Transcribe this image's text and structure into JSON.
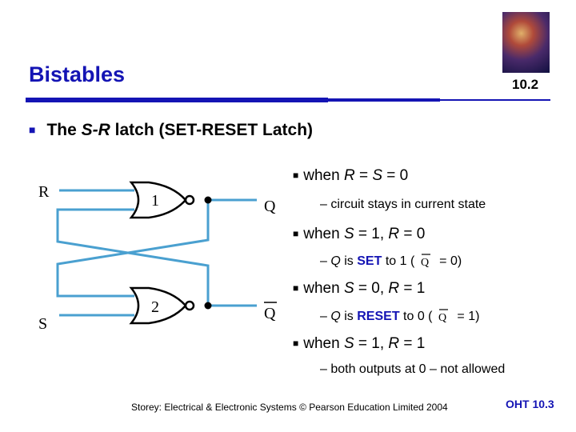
{
  "header": {
    "title": "Bistables",
    "slide_number": "10.2"
  },
  "main_bullet": {
    "prefix": "The ",
    "italic": "S-R",
    "suffix": " latch (SET-RESET Latch)"
  },
  "circuit": {
    "input_r": "R",
    "input_s": "S",
    "output_q": "Q",
    "output_qbar": "Q",
    "gate1_label": "1",
    "gate2_label": "2"
  },
  "cases": [
    {
      "cond_a": "when ",
      "var1": "R",
      "eq1": " = ",
      "var2": "S",
      "eq2": " = 0",
      "desc": "– circuit stays in current state"
    },
    {
      "cond_a": "when ",
      "var1": "S",
      "eq1": " = 1, ",
      "var2": "R",
      "eq2": " = 0",
      "desc_q": "Q",
      "desc_mid": " is ",
      "desc_kw": "SET",
      "desc_after": " to 1 ( ",
      "desc_end": " = 0)"
    },
    {
      "cond_a": "when ",
      "var1": "S",
      "eq1": " = 0, ",
      "var2": "R",
      "eq2": " = 1",
      "desc_q": "Q",
      "desc_mid": " is ",
      "desc_kw": "RESET",
      "desc_after": " to 0 ( ",
      "desc_end": " = 1)"
    },
    {
      "cond_a": "when ",
      "var1": "S",
      "eq1": " = 1, ",
      "var2": "R",
      "eq2": " = 1",
      "desc": "– both outputs at 0 – not allowed"
    }
  ],
  "footer": {
    "credit": "Storey: Electrical & Electronic Systems © Pearson Education Limited 2004",
    "oht": "OHT 10.3"
  },
  "colors": {
    "accent": "#1414b4",
    "wire": "#4aa0d0"
  }
}
